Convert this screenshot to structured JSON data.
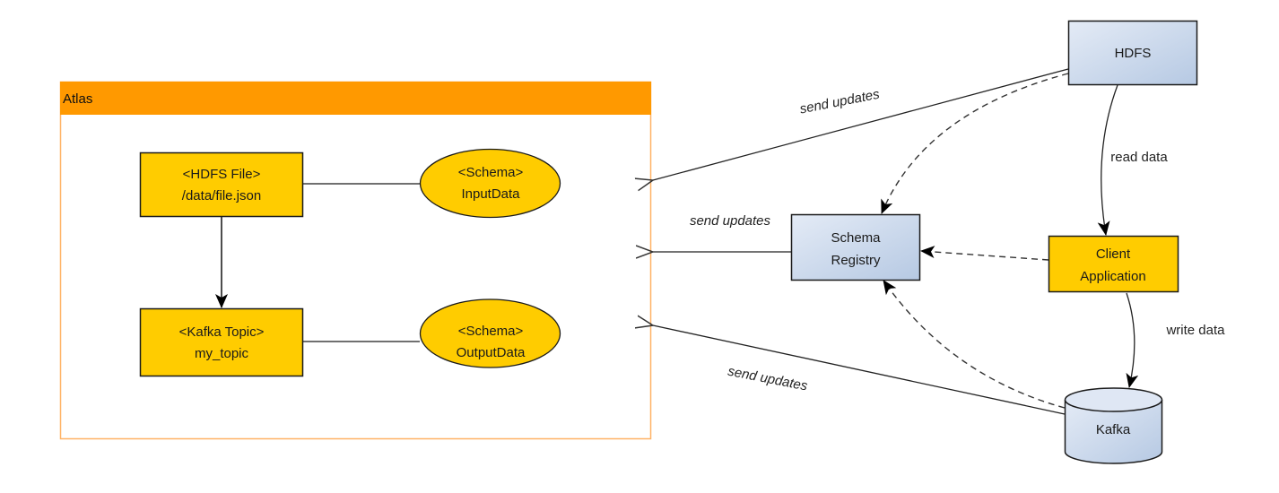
{
  "diagram": {
    "colors": {
      "atlas_header": "#ff9900",
      "atlas_border": "#ffb366",
      "entity_fill": "#ffcc00",
      "service_fill_light": "#e2e9f5",
      "service_fill_dark": "#b9cbe4",
      "stroke": "#1a1a1a"
    },
    "atlas": {
      "title": "Atlas",
      "entities": [
        {
          "id": "hdfs-file",
          "line1": "<HDFS File>",
          "line2": "/data/file.json"
        },
        {
          "id": "kafka-topic",
          "line1": "<Kafka Topic>",
          "line2": "my_topic"
        }
      ],
      "schemas": [
        {
          "id": "input-schema",
          "line1": "<Schema>",
          "line2": "InputData"
        },
        {
          "id": "output-schema",
          "line1": "<Schema>",
          "line2": "OutputData"
        }
      ]
    },
    "nodes": {
      "hdfs": {
        "label": "HDFS"
      },
      "schema_registry": {
        "line1": "Schema",
        "line2": "Registry"
      },
      "client_app": {
        "line1": "Client",
        "line2": "Application"
      },
      "kafka": {
        "label": "Kafka"
      }
    },
    "edges": {
      "hdfs_to_atlas": "send updates",
      "registry_to_atlas": "send updates",
      "kafka_to_atlas": "send updates",
      "read_data": "read data",
      "write_data": "write data"
    }
  }
}
